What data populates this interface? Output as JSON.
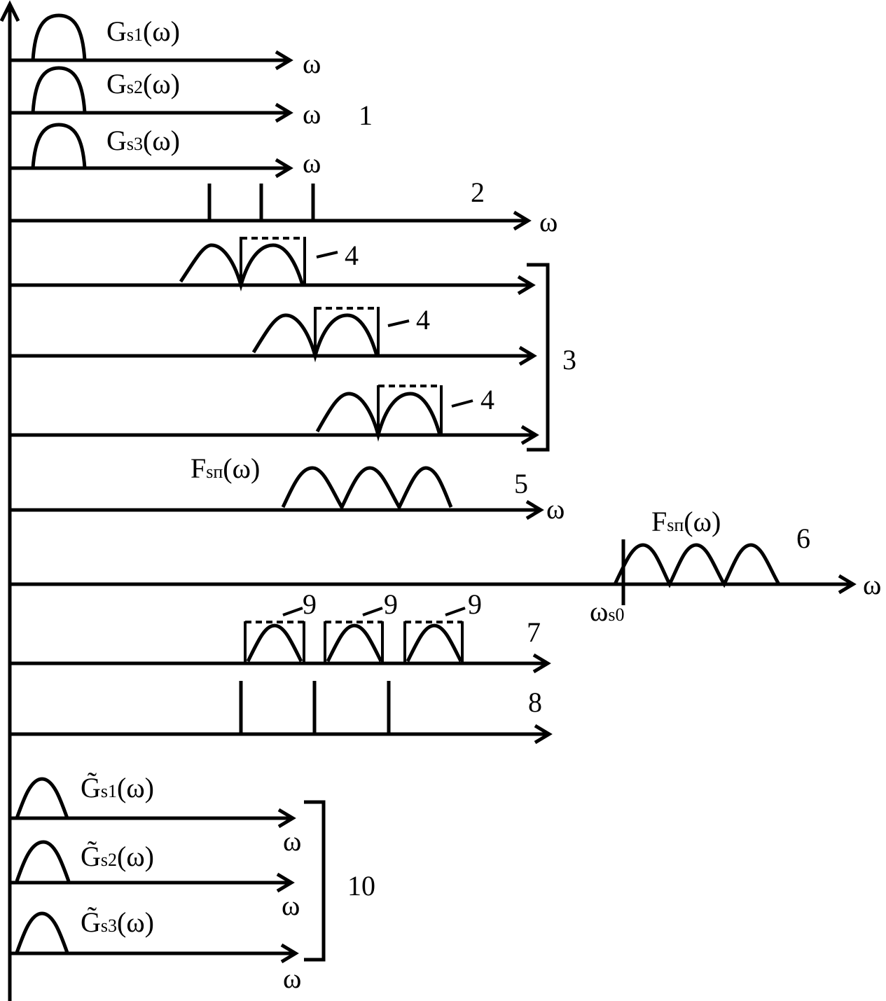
{
  "labels": {
    "omega": "ω",
    "gs1": "G",
    "gs1_sub": "s1",
    "gs2_sub": "s2",
    "gs3_sub": "s3",
    "of_omega": "(ω)",
    "fsn": "F",
    "fsn_sub": "sп",
    "tilde_g": "G̃",
    "omega_s0": "ω",
    "omega_s0_sub": "s0",
    "dash4": "4",
    "dash9": "9"
  },
  "numbers": {
    "n1": "1",
    "n2": "2",
    "n3": "3",
    "n5": "5",
    "n6": "6",
    "n7": "7",
    "n8": "8",
    "n10": "10"
  },
  "icons": {
    "arrowhead": "arrowhead-icon"
  },
  "colors": {
    "ink": "#000000",
    "background": "#ffffff"
  }
}
